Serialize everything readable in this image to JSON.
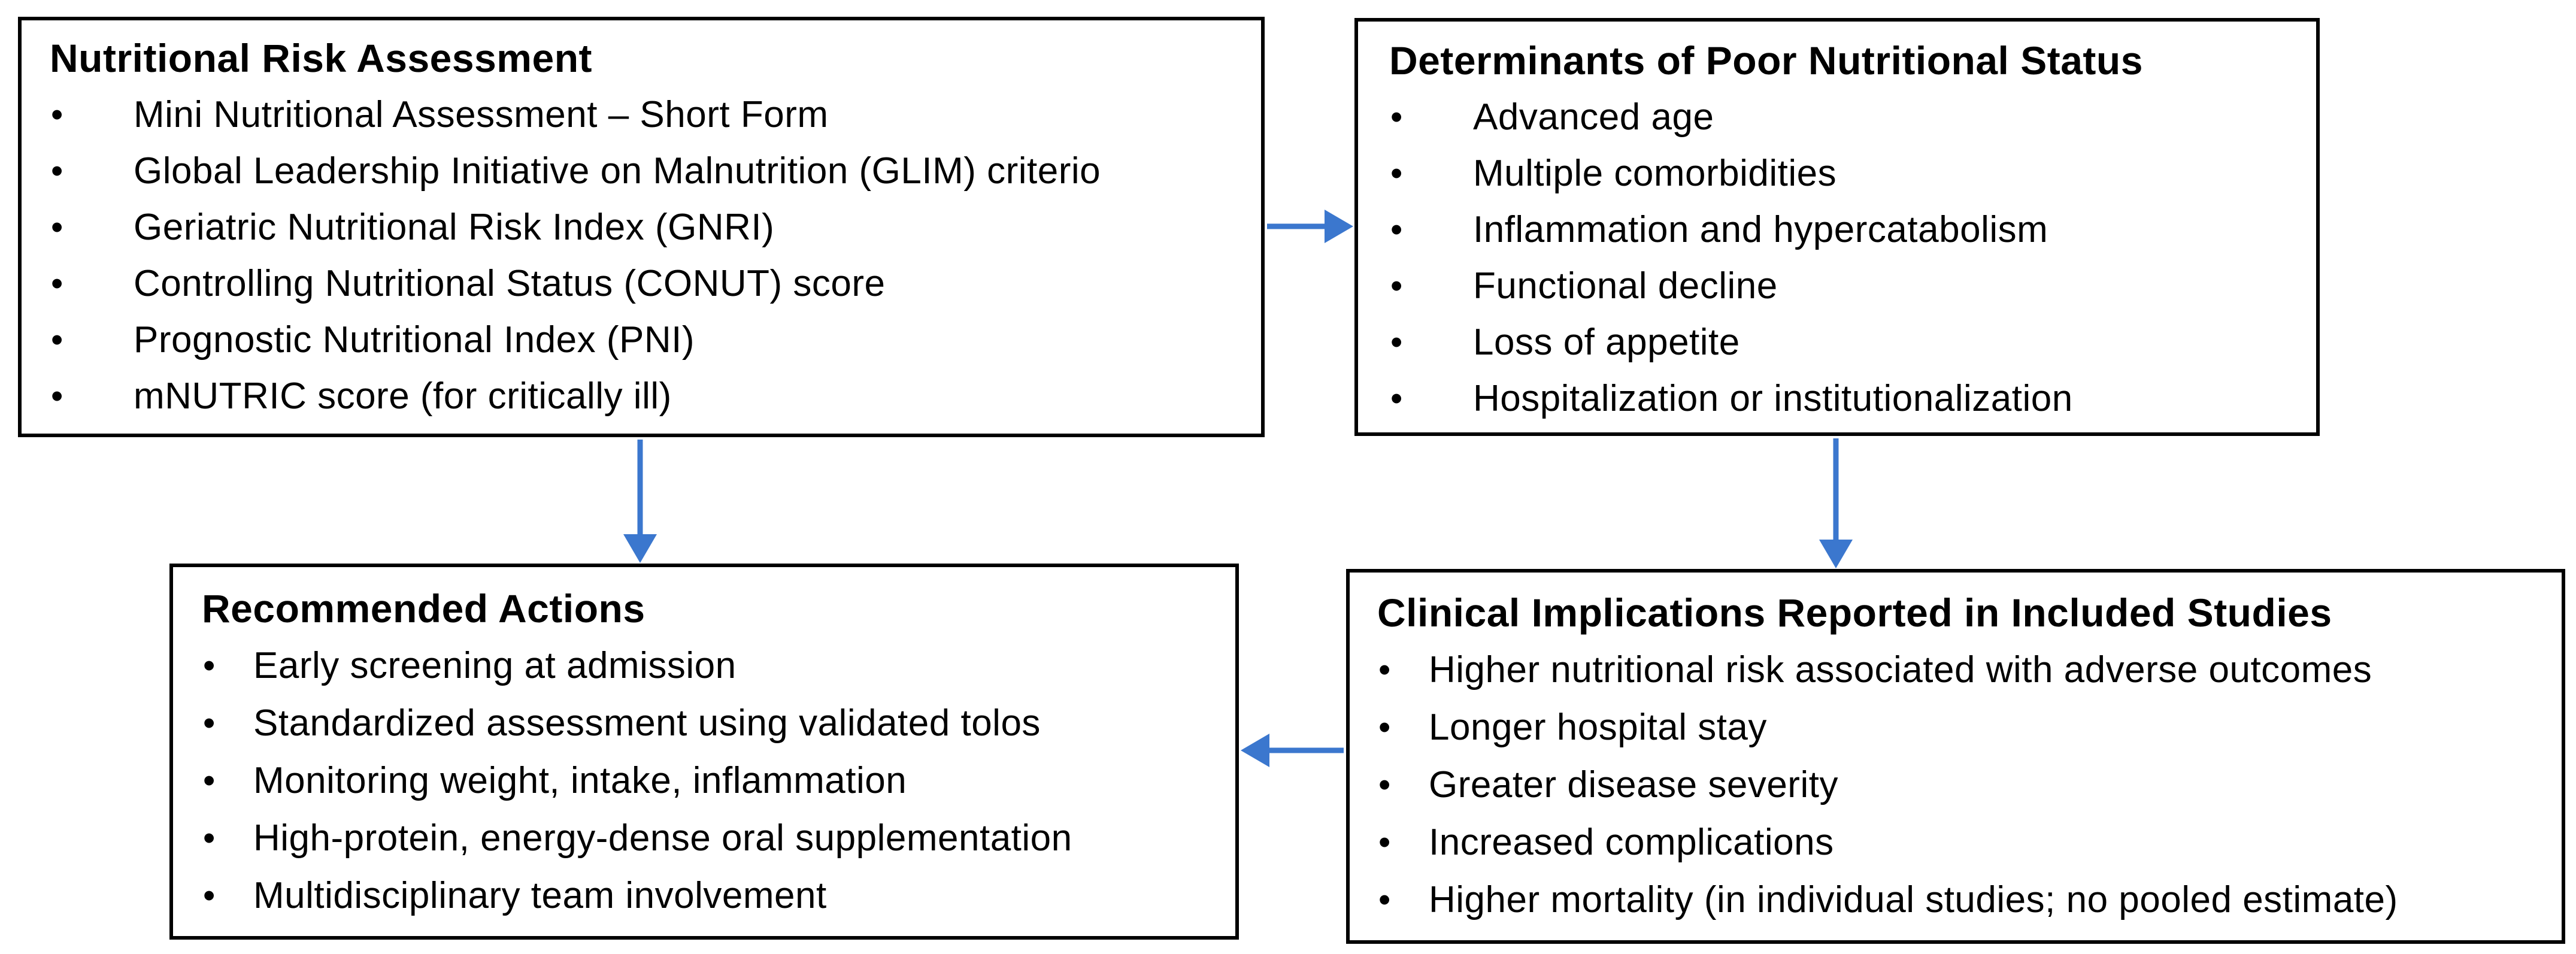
{
  "figure": {
    "type": "flow-diagram",
    "background": "#FFFFFF"
  },
  "colors": {
    "arrow": "#3B77CE",
    "box_border": "#000000",
    "text": "#000000",
    "background": "#FFFFFF"
  },
  "boxes": [
    {
      "id": "nutritional-risk-assessment",
      "title": "Nutritional Risk Assessment",
      "items": [
        "Mini Nutritional Assessment – Short Form",
        "Global Leadership Initiative on Malnutrition (GLIM) criterio",
        "Geriatric Nutritional Risk Index (GNRI)",
        "Controlling Nutritional Status (CONUT) score",
        "Prognostic Nutritional Index (PNI)",
        "mNUTRIC score (for critically ill)"
      ]
    },
    {
      "id": "determinants-of-poor-nutritional-status",
      "title": "Determinants of Poor Nutritional Status",
      "items": [
        "Advanced age",
        "Multiple comorbidities",
        "Inflammation and hypercatabolism",
        "Functional decline",
        "Loss of appetite",
        "Hospitalization or institutionalization"
      ]
    },
    {
      "id": "recommended-actions",
      "title": "Recommended Actions",
      "items": [
        "Early screening at admission",
        "Standardized assessment using validated tolos",
        "Monitoring weight, intake, inflammation",
        "High-protein, energy-dense oral supplementation",
        "Multidisciplinary team involvement"
      ]
    },
    {
      "id": "clinical-implications",
      "title": "Clinical Implications Reported in Included Studies",
      "items": [
        "Higher nutritional risk associated with adverse outcomes",
        "Longer hospital stay",
        "Greater disease severity",
        "Increased complications",
        "Higher mortality (in individual studies; no pooled estimate)"
      ]
    }
  ],
  "connections": [
    {
      "from": "nutritional-risk-assessment",
      "to": "determinants-of-poor-nutritional-status",
      "direction": "right"
    },
    {
      "from": "nutritional-risk-assessment",
      "to": "recommended-actions",
      "direction": "down"
    },
    {
      "from": "determinants-of-poor-nutritional-status",
      "to": "clinical-implications",
      "direction": "down"
    },
    {
      "from": "clinical-implications",
      "to": "recommended-actions",
      "direction": "left"
    }
  ]
}
